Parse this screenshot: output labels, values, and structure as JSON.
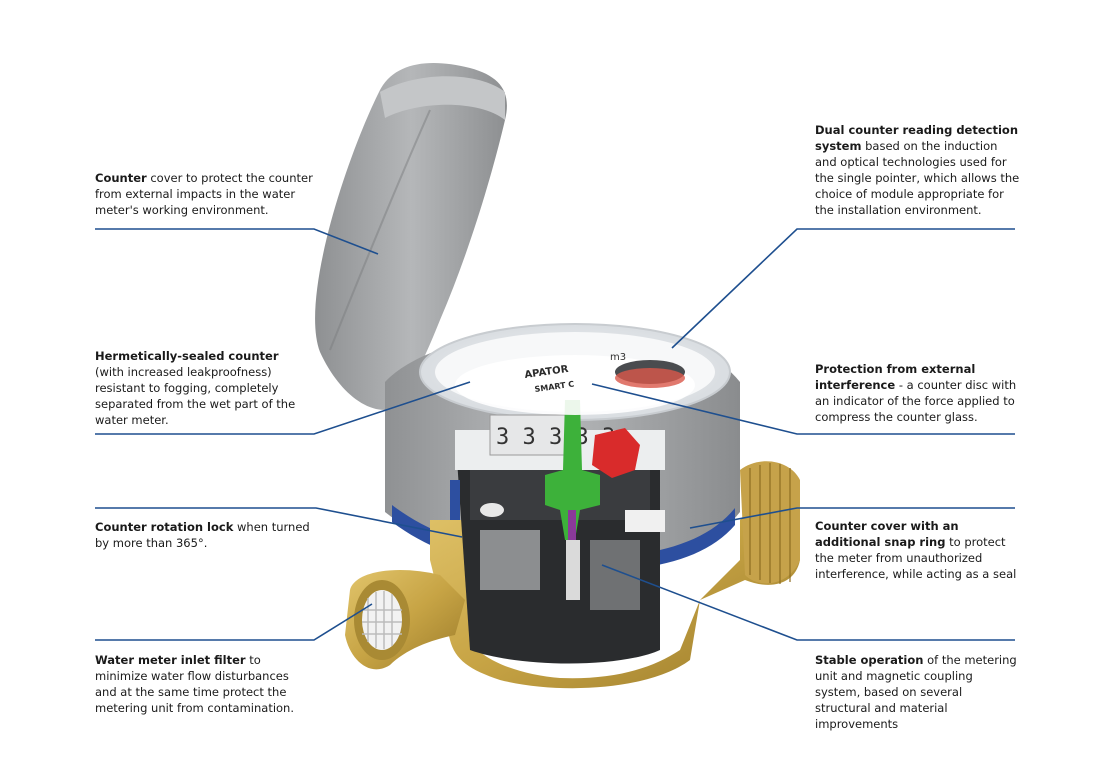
{
  "annotations": [
    {
      "id": "counter-cover",
      "bold": "Counter",
      "text": " cover to protect the counter from external impacts in the water meter's working environment."
    },
    {
      "id": "hermetic-counter",
      "bold": "Hermetically-sealed counter",
      "text": " (with increased leakproofness) resistant to fogging, completely separated from the wet part of the water meter."
    },
    {
      "id": "rotation-lock",
      "bold": "Counter rotation lock",
      "text": " when turned by more than 365°."
    },
    {
      "id": "inlet-filter",
      "bold": "Water meter inlet filter",
      "text": " to minimize water flow disturbances and at the same time protect the metering unit from contamination."
    },
    {
      "id": "dual-detection",
      "bold": "Dual counter reading detection system",
      "text": " based on the induction and optical technologies used for the single pointer, which allows the choice of module appropriate for the installation environment."
    },
    {
      "id": "interference-protection",
      "bold": "Protection from external interference",
      "text": " - a counter disc with an indicator of the force applied to compress the counter glass."
    },
    {
      "id": "snap-ring",
      "bold": "Counter cover with an additional snap ring",
      "text": " to protect the meter from unauthorized interference, while acting as a seal"
    },
    {
      "id": "stable-operation",
      "bold": "Stable operation",
      "text": " of the metering unit and magnetic coupling system, based on several structural and material improvements"
    }
  ],
  "dial": {
    "brand": "APATOR",
    "model": "SMART C",
    "unit": "m3",
    "digits": "3 3 3 3 3"
  },
  "colors": {
    "leader": "#1e4f8f",
    "cover_grey": "#a6a8aa",
    "brass": "#c9a84a",
    "accent_green": "#3db13a",
    "accent_red": "#d92b2b",
    "blue_ring": "#2d4fa0"
  }
}
